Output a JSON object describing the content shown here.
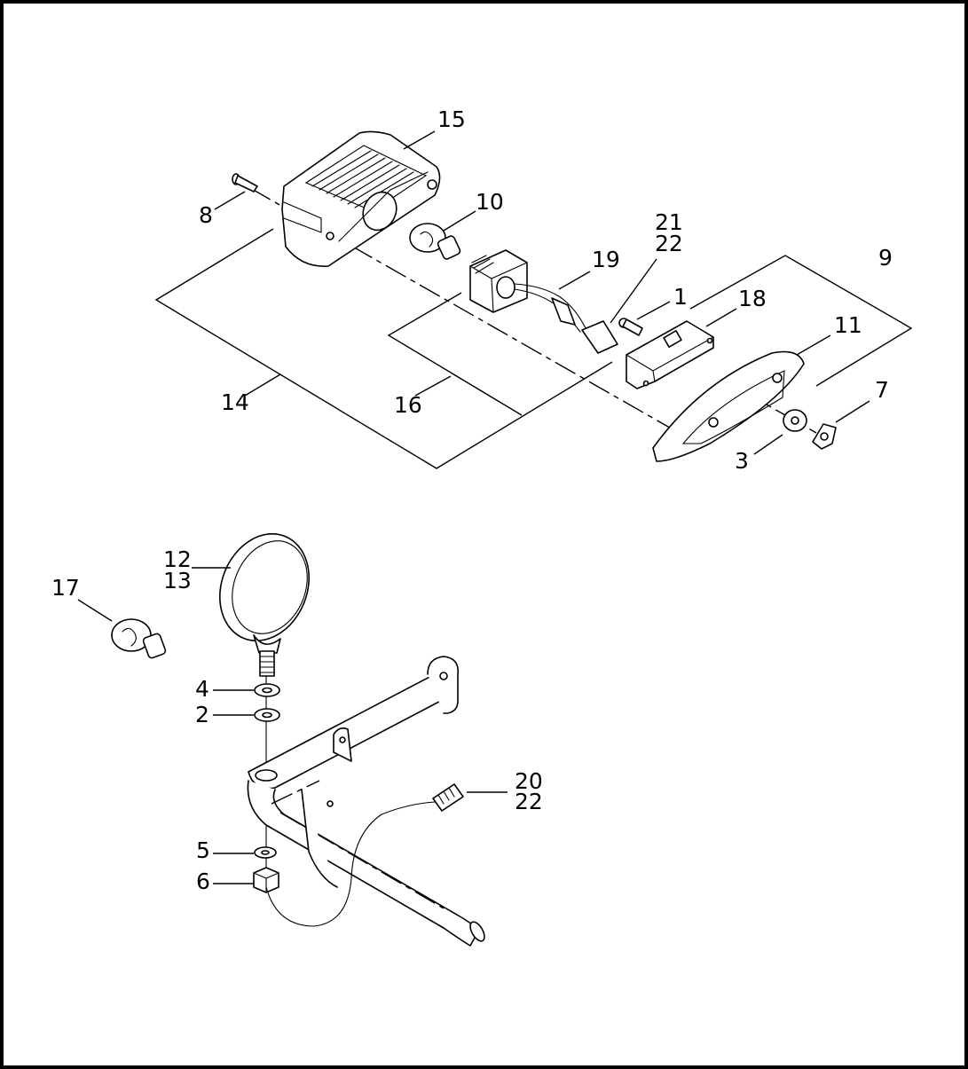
{
  "callouts": {
    "c1": "1",
    "c2": "2",
    "c3": "3",
    "c4": "4",
    "c5": "5",
    "c6": "6",
    "c7": "7",
    "c8": "8",
    "c9": "9",
    "c10": "10",
    "c11": "11",
    "c12": "12",
    "c13": "13",
    "c14": "14",
    "c15": "15",
    "c16": "16",
    "c17": "17",
    "c18": "18",
    "c19": "19",
    "c20": "20",
    "c21": "21",
    "c22a": "22",
    "c22b": "22"
  },
  "colors": {
    "line": "#000000",
    "background": "#ffffff"
  }
}
